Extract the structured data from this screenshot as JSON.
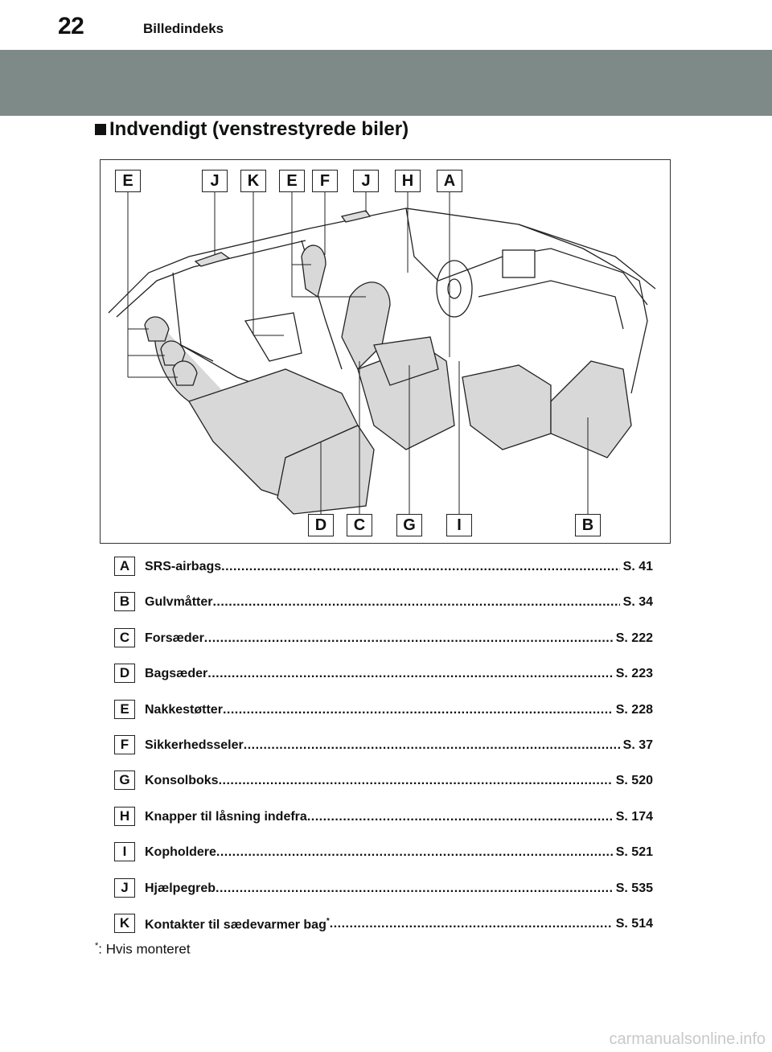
{
  "header": {
    "page_number": "22",
    "chapter": "Billedindeks"
  },
  "section": {
    "title": "Indvendigt (venstrestyrede biler)"
  },
  "figure": {
    "top_callouts": [
      "E",
      "J",
      "K",
      "E",
      "F",
      "J",
      "H",
      "A"
    ],
    "bottom_callouts": [
      "D",
      "C",
      "G",
      "I",
      "B"
    ]
  },
  "items": [
    {
      "letter": "A",
      "label": "SRS-airbags",
      "page": "S. 41"
    },
    {
      "letter": "B",
      "label": "Gulvmåtter",
      "page": "S. 34"
    },
    {
      "letter": "C",
      "label": "Forsæder",
      "page": "S. 222"
    },
    {
      "letter": "D",
      "label": "Bagsæder",
      "page": "S. 223"
    },
    {
      "letter": "E",
      "label": "Nakkestøtter",
      "page": "S. 228"
    },
    {
      "letter": "F",
      "label": "Sikkerhedsseler",
      "page": "S. 37"
    },
    {
      "letter": "G",
      "label": "Konsolboks",
      "page": "S. 520"
    },
    {
      "letter": "H",
      "label": "Knapper til låsning indefra",
      "page": "S. 174"
    },
    {
      "letter": "I",
      "label": "Kopholdere",
      "page": "S. 521"
    },
    {
      "letter": "J",
      "label": "Hjælpegreb",
      "page": "S. 535"
    },
    {
      "letter": "K",
      "label": "Kontakter til sædevarmer bag",
      "sup": "*",
      "page": "S. 514"
    }
  ],
  "footnote": {
    "mark": "*",
    "text": ": Hvis monteret"
  },
  "watermark": "carmanualsonline.info"
}
